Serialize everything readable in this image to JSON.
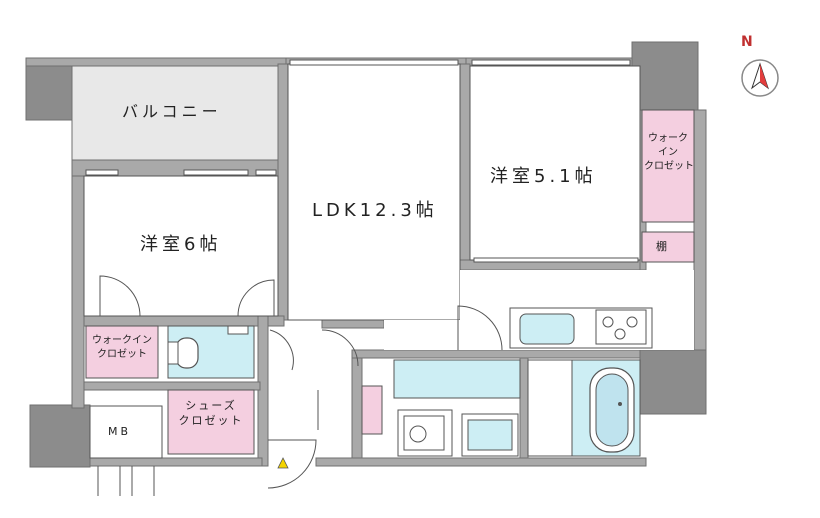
{
  "compass": {
    "letter": "N",
    "icon": "north-arrow-icon"
  },
  "rooms": {
    "balcony": "バルコニー",
    "ldk": "LDK12.3帖",
    "western_6": "洋室6帖",
    "western_51": "洋室5.1帖",
    "walk_in_closet_top": [
      "ウォーク",
      "イン",
      "クロゼット"
    ],
    "shelf": "棚",
    "walk_in_closet_left": [
      "ウォークイン",
      "クロゼット"
    ],
    "shoes_closet": [
      "シューズ",
      "クロゼット"
    ],
    "mb": "MB"
  },
  "colors": {
    "wall": "#a9a9a9",
    "wall_dark": "#8c8c8c",
    "closet": "#f4cfe0",
    "wet_area": "#cdeef4",
    "balcony": "#e8e8e8",
    "floor": "#ffffff",
    "line": "#555555"
  }
}
